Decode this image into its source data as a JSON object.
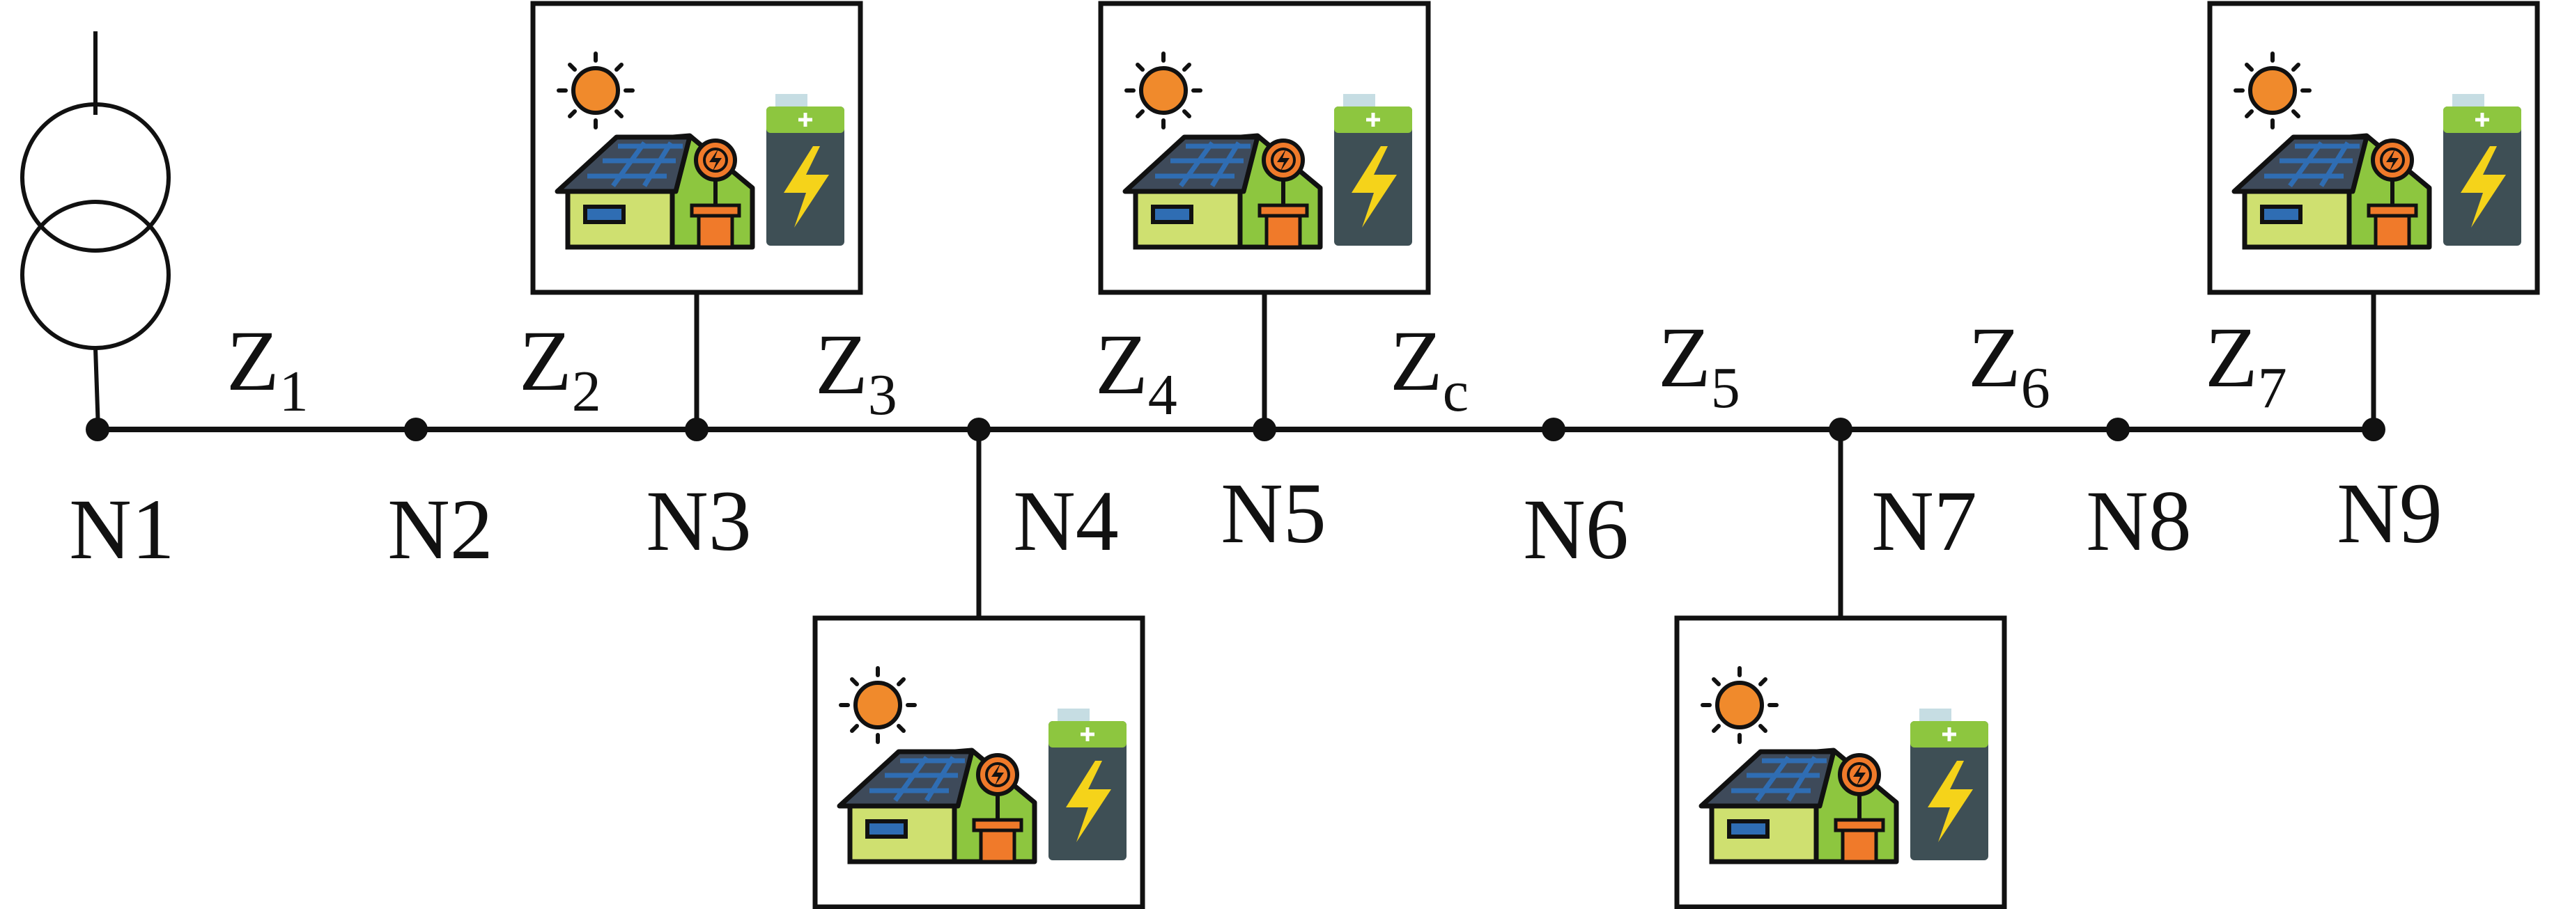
{
  "nodes": [
    "N1",
    "N2",
    "N3",
    "N4",
    "N5",
    "N6",
    "N7",
    "N8",
    "N9"
  ],
  "impedances": [
    {
      "base": "Z",
      "sub": "1"
    },
    {
      "base": "Z",
      "sub": "2"
    },
    {
      "base": "Z",
      "sub": "3"
    },
    {
      "base": "Z",
      "sub": "4"
    },
    {
      "base": "Z",
      "sub": "c"
    },
    {
      "base": "Z",
      "sub": "5"
    },
    {
      "base": "Z",
      "sub": "6"
    },
    {
      "base": "Z",
      "sub": "7"
    }
  ],
  "prosumers": [
    {
      "node": "N3",
      "position": "above"
    },
    {
      "node": "N4",
      "position": "below"
    },
    {
      "node": "N5",
      "position": "above"
    },
    {
      "node": "N7",
      "position": "below"
    },
    {
      "node": "N9",
      "position": "above"
    }
  ],
  "icons": {
    "transformer": "transformer-icon",
    "sun": "sun-icon",
    "house": "solar-house-icon",
    "battery": "battery-icon"
  },
  "colors": {
    "line": "#111111",
    "sun": "#f08a2c",
    "house_wall": "#cfe070",
    "house_side": "#8dc63f",
    "roof": "#3e4a5a",
    "panel": "#2f6db3",
    "inverter": "#f07a2a",
    "battery_body": "#3e4f55",
    "battery_top": "#8dc63f",
    "bolt": "#f5d31a"
  }
}
